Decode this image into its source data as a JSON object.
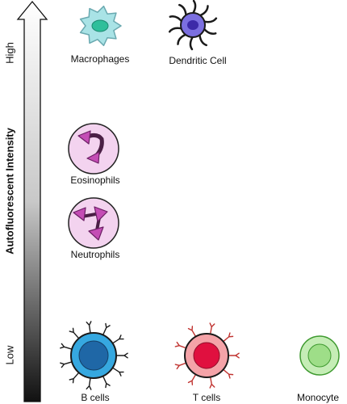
{
  "axis": {
    "title": "Autofluorescent Intensity",
    "high": "High",
    "low": "Low"
  },
  "cells": {
    "macrophages": "Macrophages",
    "dendritic": "Dendritic Cell",
    "eosinophils": "Eosinophils",
    "neutrophils": "Neutrophils",
    "bcells": "B cells",
    "tcells": "T cells",
    "monocyte": "Monocyte"
  },
  "colors": {
    "macrophage_body": "#a9e3e6",
    "macrophage_nucleus": "#2fbf9b",
    "dendritic_body": "#7b6fe0",
    "dendritic_nucleus": "#3c2aa8",
    "granulocyte_body": "#f3d3ef",
    "granulocyte_lobe": "#c44db5",
    "bcell_outer": "#36a8e0",
    "bcell_inner": "#1f67a6",
    "tcell_outer": "#f4a3a8",
    "tcell_inner": "#e0103f",
    "monocyte_outer": "#c5edb6",
    "monocyte_inner": "#9ede88"
  }
}
